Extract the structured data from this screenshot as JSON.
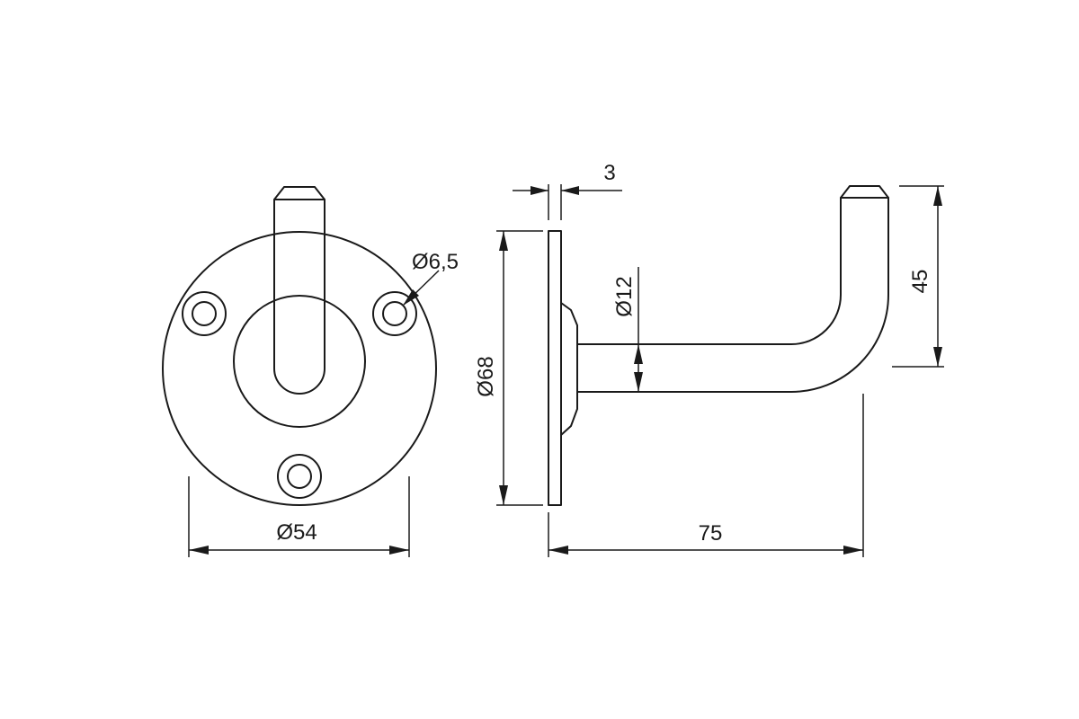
{
  "title": "",
  "front_view": {
    "plate_diameter_label": "Ø54",
    "hole_diameter_label": "Ø6,5"
  },
  "side_view": {
    "thickness_label": "3",
    "plate_height_label": "Ø68",
    "rod_diameter_label": "Ø12",
    "hook_height_label": "45",
    "projection_label": "75"
  }
}
